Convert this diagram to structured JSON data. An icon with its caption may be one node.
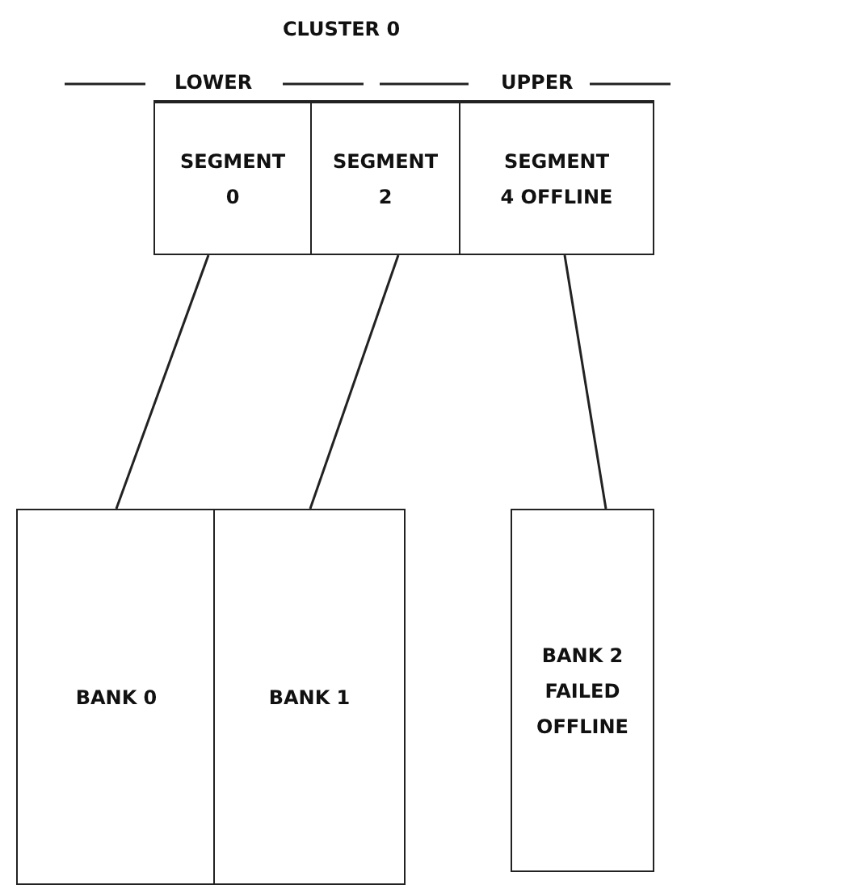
{
  "diagram": {
    "title": "CLUSTER 0",
    "nodes": [
      {
        "text": [
          "SEGMENT 0"
        ]
      },
      {
        "text": [
          "SEGMENT 2"
        ]
      },
      {
        "text": [
          "SEGMENT 4 OFFLINE"
        ]
      },
      {
        "text": [
          "BANK 0"
        ]
      },
      {
        "text": [
          "BANK 1"
        ]
      },
      {
        "text": [
          "BANK 2 FAILED OFFLINE"
        ]
      }
    ],
    "edges": [
      {
        "from": 0,
        "to": 3,
        "arrow": "none"
      },
      {
        "from": 1,
        "to": 4,
        "arrow": "none"
      },
      {
        "from": 2,
        "to": 5,
        "arrow": "none"
      }
    ],
    "labels": [
      "LOWER",
      "UPPER"
    ]
  }
}
